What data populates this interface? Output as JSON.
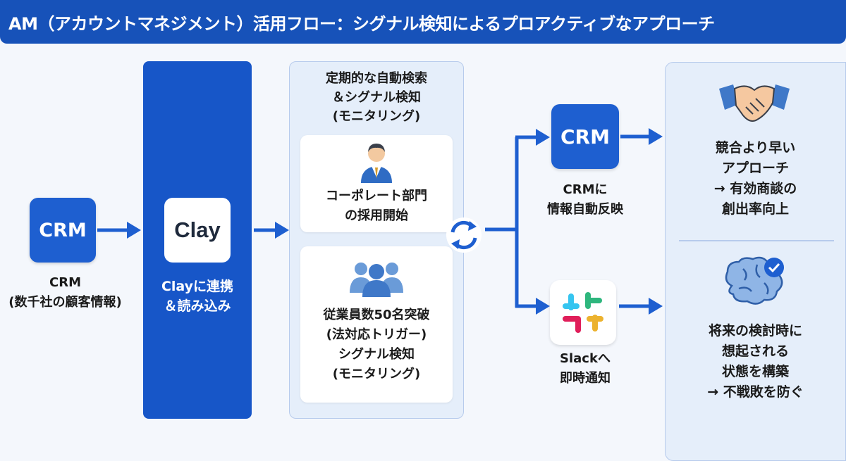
{
  "title": "AM（アカウントマネジメント）活用フロー：シグナル検知によるプロアクティブなアプローチ",
  "source": {
    "logo_text": "CRM",
    "label": "CRM\n(数千社の顧客情報)"
  },
  "clay": {
    "logo_text": "Clay",
    "label": "Clayに連携\n＆読み込み"
  },
  "monitoring": {
    "heading": "定期的な自動検索\n＆シグナル検知\n(モニタリング)",
    "signal_1": {
      "icon": "businessman-icon",
      "text": "コーポレート部門\nの採用開始"
    },
    "signal_2": {
      "icon": "group-icon",
      "text": "従業員数50名突破\n(法対応トリガー)\nシグナル検知\n(モニタリング)"
    },
    "cycle_icon": "refresh-icon"
  },
  "outputs": {
    "crm": {
      "logo_text": "CRM",
      "label": "CRMに\n情報自動反映"
    },
    "slack": {
      "icon": "slack-logo",
      "label": "Slackへ\n即時通知"
    }
  },
  "results": {
    "result_1": {
      "icon": "handshake-icon",
      "text": "競合より早い\nアプローチ\n→ 有効商談の\n創出率向上"
    },
    "result_2": {
      "icon": "brain-check-icon",
      "text": "将来の検討時に\n想起される\n状態を構築\n→ 不戦敗を防ぐ"
    }
  },
  "colors": {
    "primary": "#1752b9",
    "accent": "#1e5fd0",
    "panel": "#e5eefa"
  }
}
